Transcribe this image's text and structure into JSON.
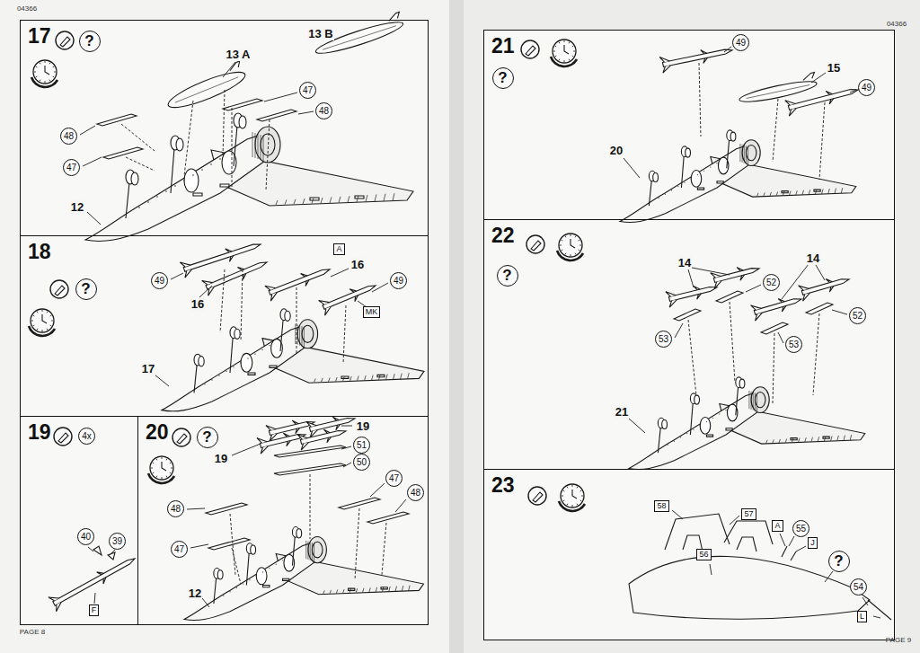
{
  "diagram": {
    "nodes": [
      {
        "text": [
          "17"
        ]
      },
      {
        "text": [
          "?"
        ],
        "in": 0
      },
      {
        "text": [
          "48"
        ],
        "in": 0
      },
      {
        "text": [
          "47"
        ],
        "in": 0
      },
      {
        "text": [
          "47"
        ],
        "in": 0
      },
      {
        "text": [
          "48"
        ],
        "in": 0
      },
      {
        "text": [
          "18"
        ]
      },
      {
        "text": [
          "?"
        ],
        "in": 6
      },
      {
        "text": [
          "49"
        ],
        "in": 6
      },
      {
        "text": [
          "A"
        ],
        "in": 6
      },
      {
        "text": [
          "MK"
        ],
        "in": 6
      },
      {
        "text": [
          "49"
        ],
        "in": 6
      },
      {
        "text": [
          "19"
        ]
      },
      {
        "text": [
          "4x"
        ],
        "in": 12
      },
      {
        "text": [
          "40"
        ],
        "in": 12
      },
      {
        "text": [
          "39"
        ],
        "in": 12
      },
      {
        "text": [
          "F"
        ],
        "in": 12
      },
      {
        "text": [
          "20"
        ]
      },
      {
        "text": [
          "?"
        ],
        "in": 17
      },
      {
        "text": [
          "51"
        ],
        "in": 17
      },
      {
        "text": [
          "50"
        ],
        "in": 17
      },
      {
        "text": [
          "47"
        ],
        "in": 17
      },
      {
        "text": [
          "48"
        ],
        "in": 17
      },
      {
        "text": [
          "48"
        ],
        "in": 17
      },
      {
        "text": [
          "47"
        ],
        "in": 17
      },
      {
        "text": [
          "21"
        ]
      },
      {
        "text": [
          "?"
        ],
        "in": 25
      },
      {
        "text": [
          "49"
        ],
        "in": 25
      },
      {
        "text": [
          "49"
        ],
        "in": 25
      },
      {
        "text": [
          "22"
        ]
      },
      {
        "text": [
          "?"
        ],
        "in": 29
      },
      {
        "text": [
          "52"
        ],
        "in": 29
      },
      {
        "text": [
          "53"
        ],
        "in": 29
      },
      {
        "text": [
          "53"
        ],
        "in": 29
      },
      {
        "text": [
          "52"
        ],
        "in": 29
      },
      {
        "text": [
          "23"
        ]
      },
      {
        "text": [
          "58"
        ],
        "in": 35
      },
      {
        "text": [
          "57"
        ],
        "in": 35
      },
      {
        "text": [
          "56"
        ],
        "in": 35
      },
      {
        "text": [
          "A"
        ],
        "in": 35
      },
      {
        "text": [
          "55"
        ],
        "in": 35
      },
      {
        "text": [
          "J"
        ],
        "in": 35
      },
      {
        "text": [
          "?"
        ],
        "in": 35
      },
      {
        "text": [
          "54"
        ],
        "in": 35
      },
      {
        "text": [
          "L"
        ],
        "in": 35
      }
    ],
    "labels": [
      "13 A",
      "13 B",
      "12",
      "16",
      "16",
      "17",
      "19",
      "19",
      "12",
      "15",
      "20",
      "14",
      "14",
      "21",
      "04366",
      "04366",
      "PAGE 8",
      "PAGE 9"
    ]
  }
}
